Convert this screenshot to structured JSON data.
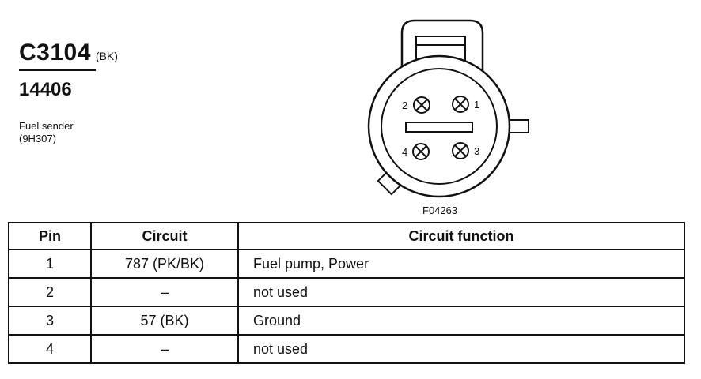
{
  "connector": {
    "code": "C3104",
    "color": "(BK)",
    "part_number": "14406",
    "description_line1": "Fuel sender",
    "description_line2": "(9H307)"
  },
  "diagram": {
    "figure_id": "F04263",
    "pin_labels": [
      "1",
      "2",
      "3",
      "4"
    ]
  },
  "table": {
    "headers": [
      "Pin",
      "Circuit",
      "Circuit function"
    ],
    "rows": [
      {
        "pin": "1",
        "circuit": "787 (PK/BK)",
        "function": "Fuel pump, Power"
      },
      {
        "pin": "2",
        "circuit": "–",
        "function": "not used"
      },
      {
        "pin": "3",
        "circuit": "57 (BK)",
        "function": "Ground"
      },
      {
        "pin": "4",
        "circuit": "–",
        "function": "not used"
      }
    ]
  }
}
